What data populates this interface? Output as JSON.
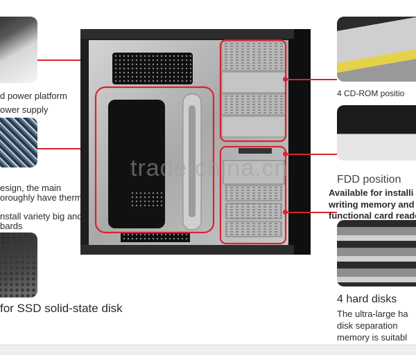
{
  "left_captions": {
    "line1": "d power platform",
    "line2": "ower supply",
    "line3": "esign, the main",
    "line4": "oroughly have thermal",
    "line5": "nstall variety big and",
    "line6": "bards",
    "ssd": "for SSD solid-state disk"
  },
  "right_captions": {
    "cdrom": "4 CD-ROM positio",
    "fdd_title": "FDD position",
    "fdd_desc1": "Available for installi",
    "fdd_desc2": "writing memory and",
    "fdd_desc3": "functional card reade",
    "hdd_title": "4 hard disks",
    "hdd_desc1": "The ultra-large ha",
    "hdd_desc2": "disk separation",
    "hdd_desc3": "memory is suitabl"
  },
  "watermark": "trade.china.cn",
  "colors": {
    "accent": "#d9232d",
    "case": "#1e1e1e",
    "metal": "#b5b5b5"
  }
}
